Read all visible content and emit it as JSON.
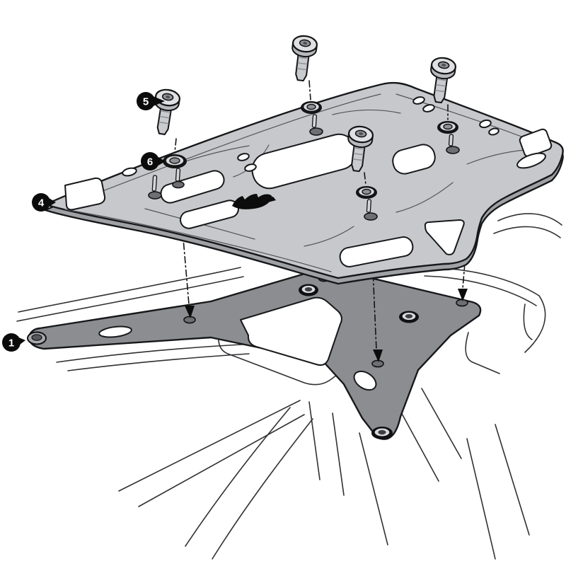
{
  "figure": {
    "description_icon": "exploded-assembly-diagram",
    "background": "#ffffff",
    "callouts": [
      {
        "label": "1"
      },
      {
        "label": "4"
      },
      {
        "label": "5"
      },
      {
        "label": "6"
      }
    ],
    "colors": {
      "plate_fill": "#c6c8cb",
      "plate_side_fill": "#9fa1a5",
      "bracket_fill": "#8b8d90",
      "line": "#17181a",
      "rack_line": "#303134",
      "callout_bg": "#0b0b0b",
      "callout_text": "#ffffff",
      "screw_fill": "#dfe0e2",
      "washer_ring": "#d8d9db"
    }
  }
}
